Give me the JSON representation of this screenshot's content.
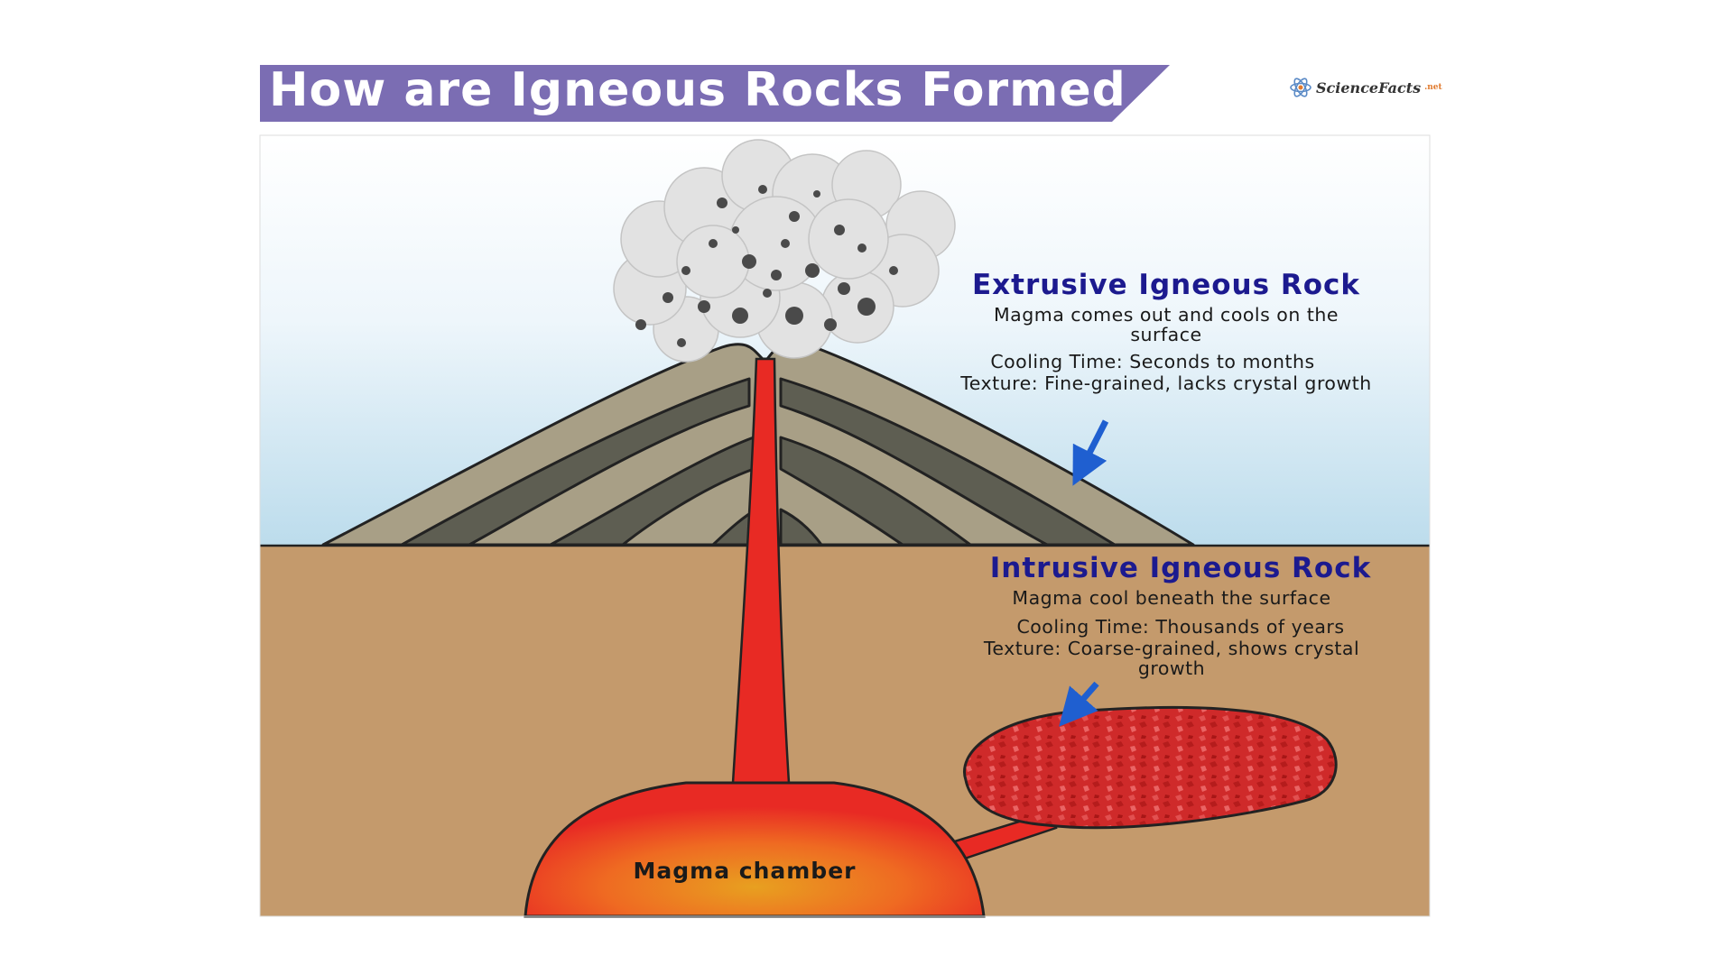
{
  "title": "How are Igneous Rocks Formed",
  "brand": {
    "name": "ScienceFacts",
    "suffix": ".net"
  },
  "extrusive": {
    "heading": "Extrusive Igneous Rock",
    "description": "Magma comes out and cools on the surface",
    "cooling_time": "Cooling Time: Seconds to months",
    "texture": "Texture: Fine-grained, lacks crystal growth"
  },
  "intrusive": {
    "heading": "Intrusive Igneous Rock",
    "description": "Magma cool beneath the surface",
    "cooling_time": "Cooling Time: Thousands of years",
    "texture": "Texture: Coarse-grained, shows crystal growth"
  },
  "magma_chamber_label": "Magma chamber",
  "colors": {
    "banner": "#7b6db3",
    "heading": "#1c1a8f",
    "ground": "#c49a6c",
    "volcano_light": "#a89f86",
    "volcano_dark": "#5e5e52",
    "magma": "#e82a24",
    "magma_core": "#e9a224",
    "intrusion": "#cf2a2a",
    "arrow": "#1f5fd0"
  }
}
